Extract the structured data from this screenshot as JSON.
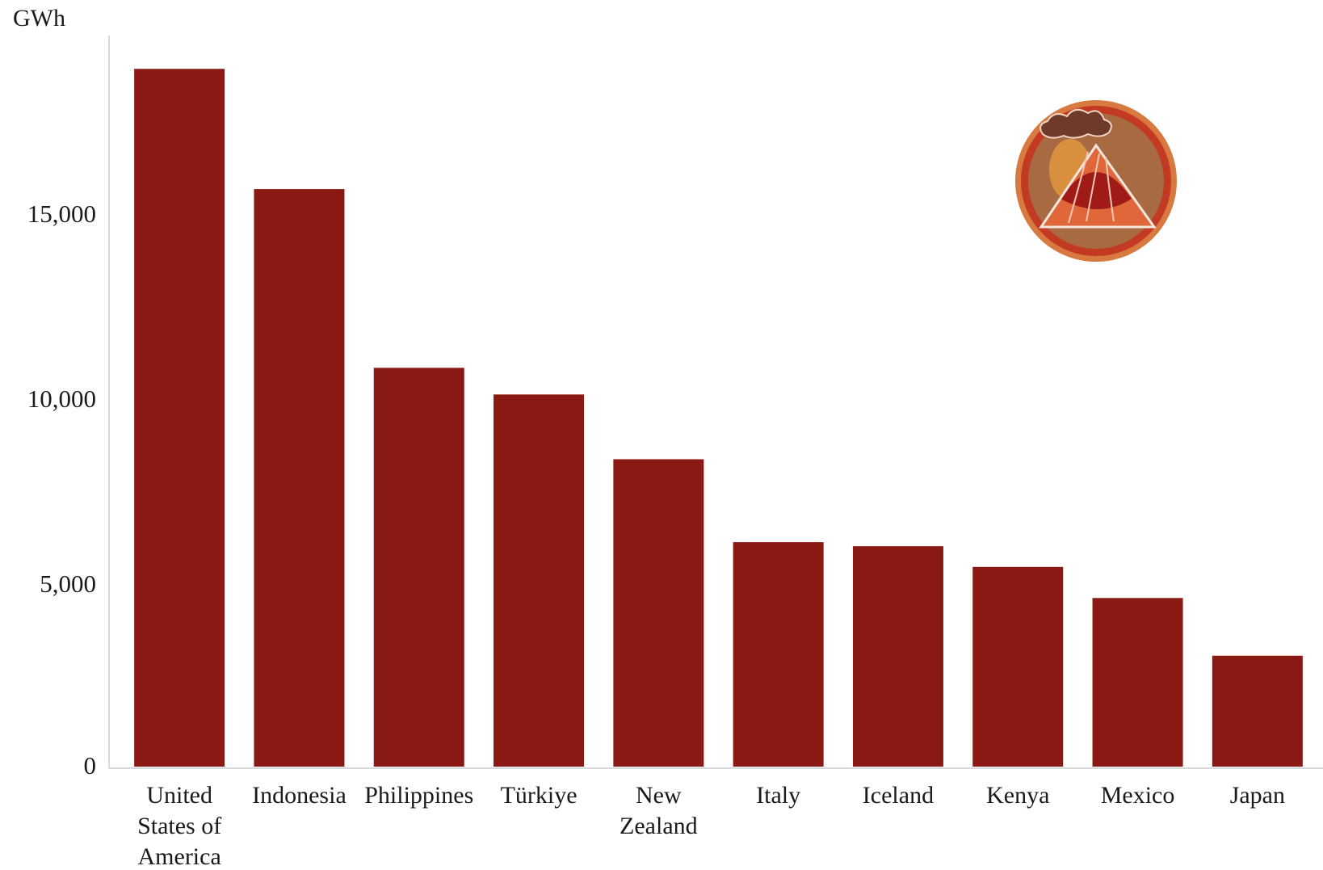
{
  "chart_data": {
    "type": "bar",
    "ylabel": "GWh",
    "categories": [
      [
        "United",
        "States of",
        "America"
      ],
      [
        "Indonesia"
      ],
      [
        "Philippines"
      ],
      [
        "Türkiye"
      ],
      [
        "New",
        "Zealand"
      ],
      [
        "Italy"
      ],
      [
        "Iceland"
      ],
      [
        "Kenya"
      ],
      [
        "Mexico"
      ],
      [
        "Japan"
      ]
    ],
    "values": [
      18900,
      15650,
      10820,
      10100,
      8350,
      6110,
      6000,
      5440,
      4600,
      3040
    ],
    "ylim": [
      0,
      19800
    ],
    "yticks": [
      0,
      5000,
      10000,
      15000
    ],
    "ytick_labels": [
      "0",
      "5,000",
      "10,000",
      "15,000"
    ],
    "grid": false,
    "bar_color": "#8b1913",
    "axis_color": "#d9d9d9",
    "logo": "volcano-icon"
  }
}
